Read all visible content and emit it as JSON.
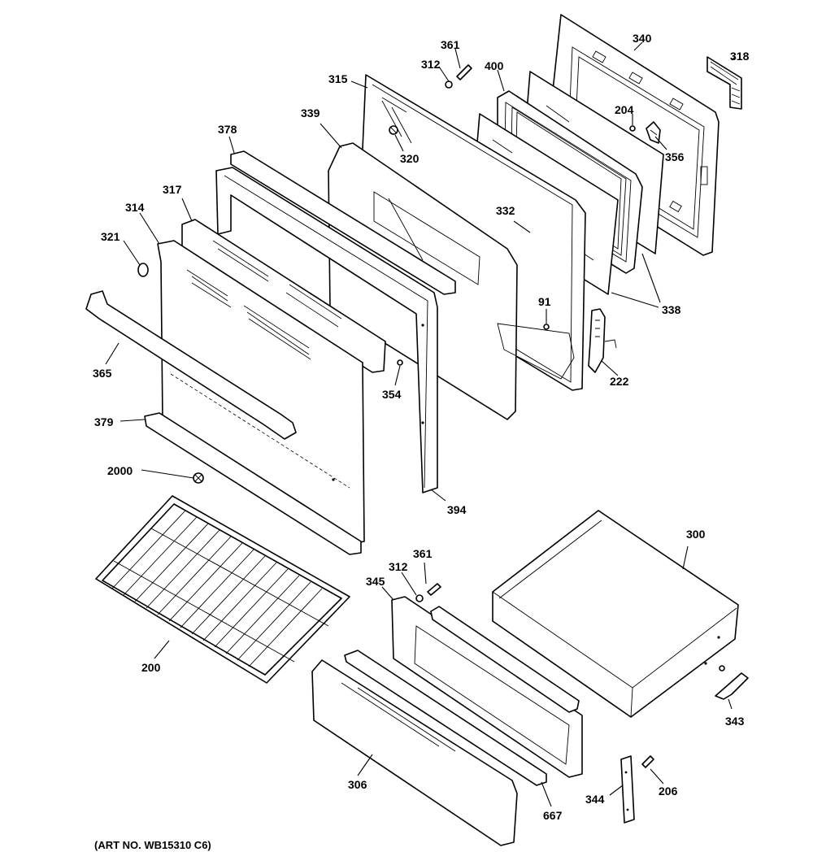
{
  "caption": "(ART NO. WB15310 C6)",
  "labels": {
    "p361a": "361",
    "p312a": "312",
    "p400": "400",
    "p340": "340",
    "p318": "318",
    "p315": "315",
    "p339": "339",
    "p320": "320",
    "p204": "204",
    "p356": "356",
    "p378": "378",
    "p317": "317",
    "p314": "314",
    "p321": "321",
    "p332": "332",
    "p338": "338",
    "p91": "91",
    "p222": "222",
    "p365": "365",
    "p354": "354",
    "p379": "379",
    "p2000": "2000",
    "p394": "394",
    "p300": "300",
    "p361b": "361",
    "p312b": "312",
    "p345": "345",
    "p200": "200",
    "p343": "343",
    "p306": "306",
    "p206": "206",
    "p344": "344",
    "p667": "667"
  }
}
